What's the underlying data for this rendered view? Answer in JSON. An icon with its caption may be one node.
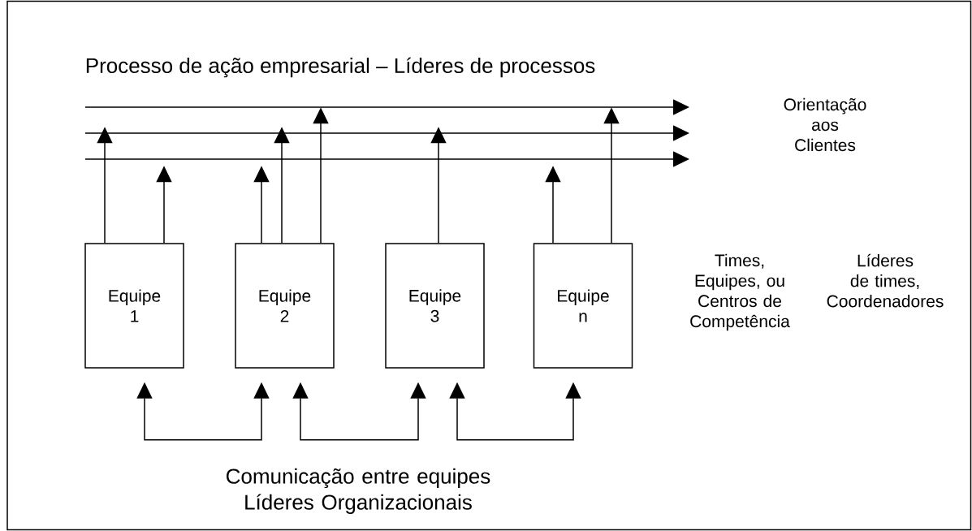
{
  "diagram": {
    "title": "Processo de ação empresarial – Líderes de processos",
    "nodes": [
      {
        "text": [
          "Equipe 1"
        ]
      },
      {
        "text": [
          "Equipe 2"
        ]
      },
      {
        "text": [
          "Equipe 3"
        ]
      },
      {
        "text": [
          "Equipe n"
        ]
      }
    ],
    "edges": [
      {
        "from": 0,
        "to": null,
        "arrow": "to"
      },
      {
        "from": 0,
        "to": null,
        "arrow": "to"
      },
      {
        "from": 1,
        "to": null,
        "arrow": "to"
      },
      {
        "from": 1,
        "to": null,
        "arrow": "to"
      },
      {
        "from": 1,
        "to": null,
        "arrow": "to"
      },
      {
        "from": 2,
        "to": null,
        "arrow": "to"
      },
      {
        "from": 3,
        "to": null,
        "arrow": "to"
      },
      {
        "from": 3,
        "to": null,
        "arrow": "to"
      },
      {
        "from": 0,
        "to": 1,
        "arrow": "both"
      },
      {
        "from": 1,
        "to": 2,
        "arrow": "both"
      },
      {
        "from": 2,
        "to": 3,
        "arrow": "both"
      }
    ],
    "labels": [
      "Orientação aos Clientes",
      "Times, Equipes, ou Centros de Competência",
      "Líderes de times, Coordenadores",
      "Comunicação entre equipes Líderes Organizacionais"
    ]
  }
}
